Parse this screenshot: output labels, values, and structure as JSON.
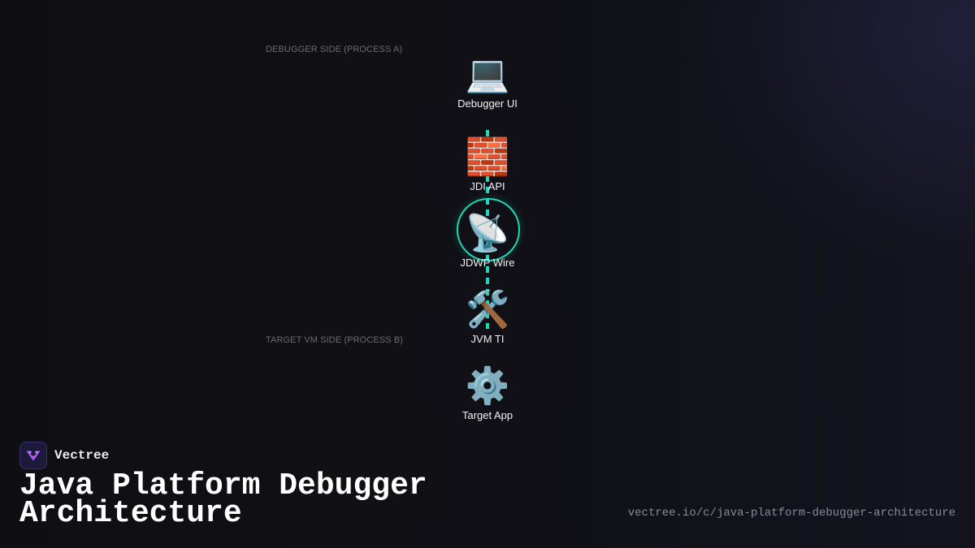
{
  "sides": {
    "debugger": "DEBUGGER SIDE (PROCESS A)",
    "target": "TARGET VM SIDE (PROCESS B)"
  },
  "nodes": [
    {
      "label": "Debugger UI",
      "icon": "💻",
      "icon_name": "laptop-icon"
    },
    {
      "label": "JDI API",
      "icon": "🧱",
      "icon_name": "brick-wall-icon"
    },
    {
      "label": "JDWP Wire",
      "icon": "📡",
      "icon_name": "satellite-dish-icon",
      "highlighted": true
    },
    {
      "label": "JVM TI",
      "icon": "🛠️",
      "icon_name": "hammer-wrench-icon"
    },
    {
      "label": "Target App",
      "icon": "⚙️",
      "icon_name": "gear-icon"
    }
  ],
  "colors": {
    "accent": "#1fd8b8",
    "background": "#0f0f13"
  },
  "brand": {
    "name": "Vectree",
    "logo_icon": "vectree-logo-icon"
  },
  "title": "Java Platform Debugger Architecture",
  "url": "vectree.io/c/java-platform-debugger-architecture"
}
